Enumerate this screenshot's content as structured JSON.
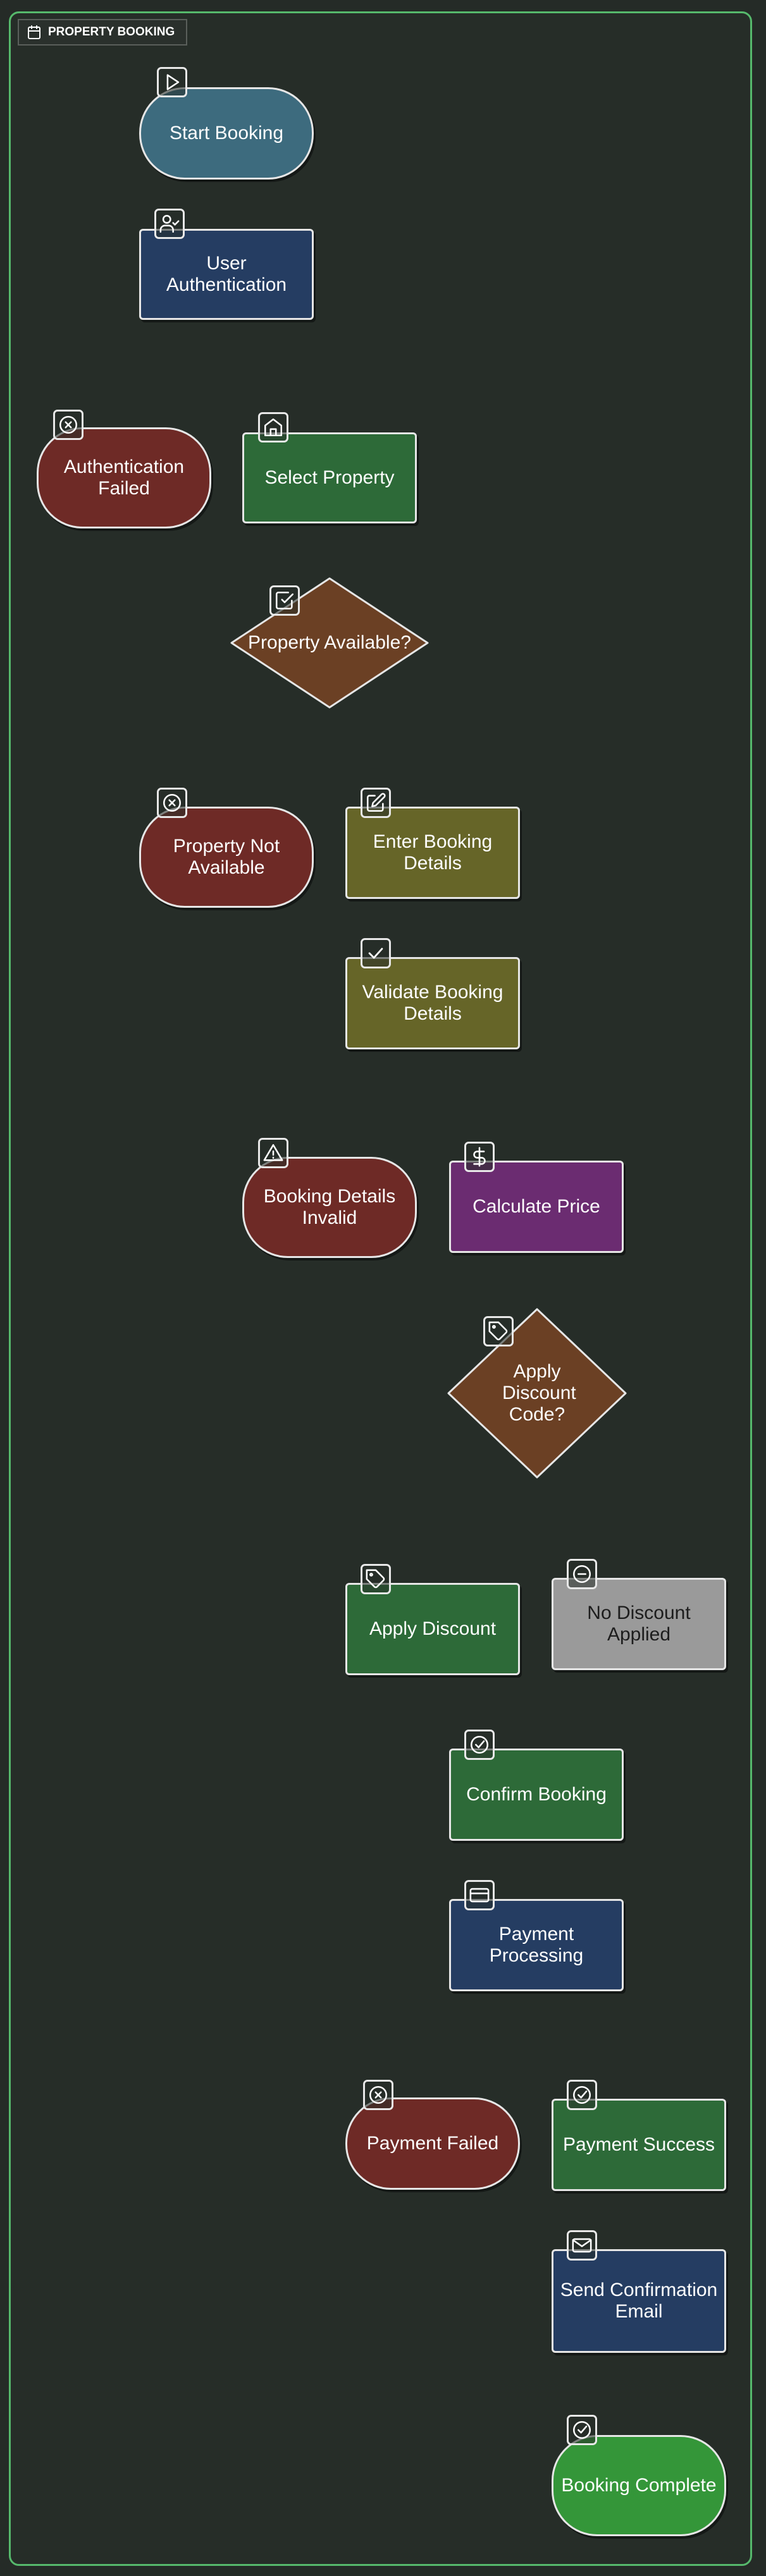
{
  "diagram": {
    "title": "PROPERTY BOOKING",
    "nodes": {
      "start": {
        "label": "Start Booking",
        "color": "#3d6b7e",
        "icon": "play-icon"
      },
      "auth": {
        "label": "User Authentication",
        "color": "#253d62",
        "icon": "user-check-icon"
      },
      "auth_failed": {
        "label": "Authentication Failed",
        "color": "#6e2a26",
        "icon": "x-circle-icon"
      },
      "select_property": {
        "label": "Select Property",
        "color": "#2d6a38",
        "icon": "home-icon"
      },
      "property_available": {
        "label": "Property Available?",
        "color": "#6b4024",
        "icon": "check-square-icon"
      },
      "not_available": {
        "label": "Property Not Available",
        "color": "#6e2a26",
        "icon": "x-circle-icon"
      },
      "enter_details": {
        "label": "Enter Booking Details",
        "color": "#666528",
        "icon": "edit-icon"
      },
      "validate_details": {
        "label": "Validate Booking Details",
        "color": "#666528",
        "icon": "check-icon"
      },
      "details_invalid": {
        "label": "Booking Details Invalid",
        "color": "#6e2a26",
        "icon": "alert-triangle-icon"
      },
      "calculate_price": {
        "label": "Calculate Price",
        "color": "#6b2c71",
        "icon": "dollar-icon"
      },
      "discount_code": {
        "label": "Apply Discount Code?",
        "color": "#6b4024",
        "icon": "tag-icon"
      },
      "apply_discount": {
        "label": "Apply Discount",
        "color": "#2d6a38",
        "icon": "tag-icon"
      },
      "no_discount": {
        "label": "No Discount Applied",
        "color": "#9a9a9a",
        "icon": "minus-circle-icon"
      },
      "confirm_booking": {
        "label": "Confirm Booking",
        "color": "#2d6a38",
        "icon": "check-circle-icon"
      },
      "payment_processing": {
        "label": "Payment Processing",
        "color": "#253d62",
        "icon": "credit-card-icon"
      },
      "payment_failed": {
        "label": "Payment Failed",
        "color": "#6e2a26",
        "icon": "x-circle-icon"
      },
      "payment_success": {
        "label": "Payment Success",
        "color": "#2d6a38",
        "icon": "check-circle-icon"
      },
      "send_email": {
        "label": "Send Confirmation Email",
        "color": "#253d62",
        "icon": "mail-icon"
      },
      "complete": {
        "label": "Booking Complete",
        "color": "#349639",
        "icon": "check-circle-icon"
      }
    }
  }
}
